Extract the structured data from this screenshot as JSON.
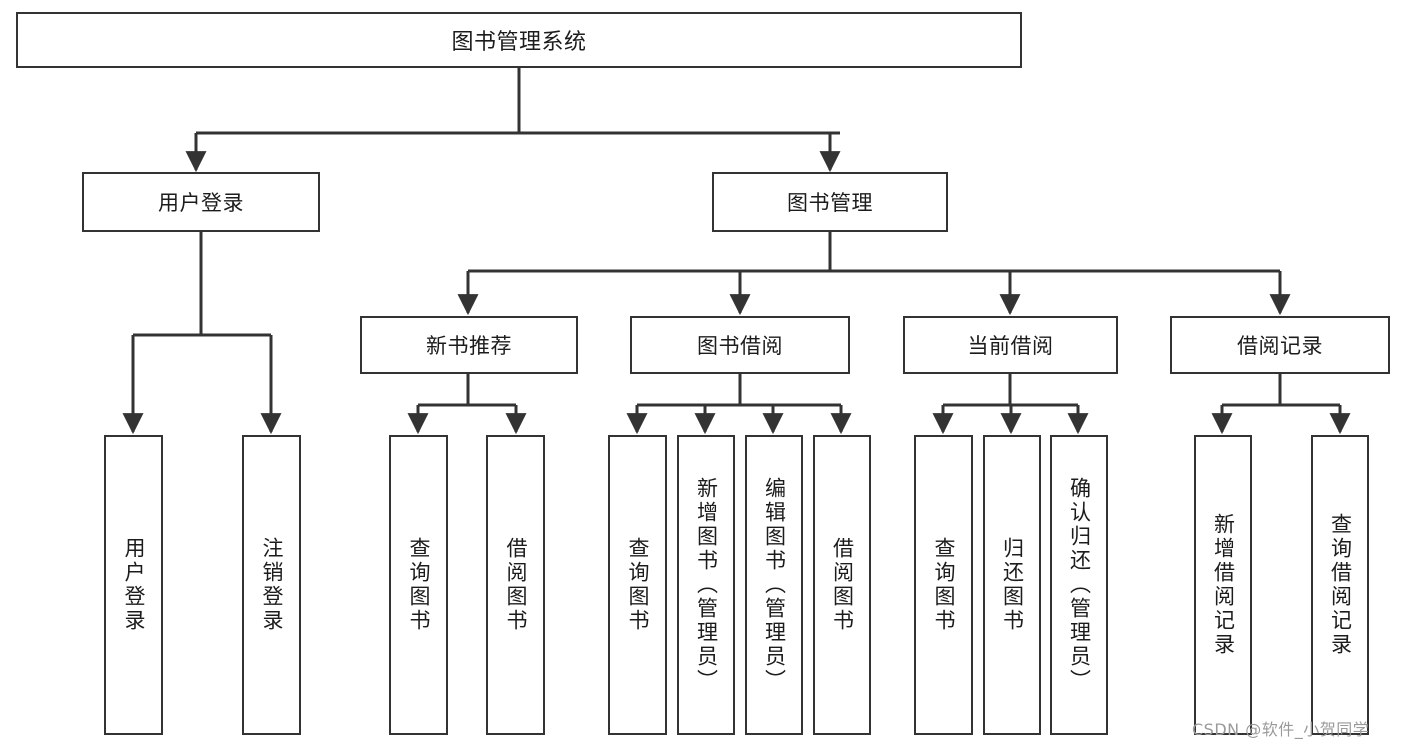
{
  "diagram": {
    "type": "tree-hierarchy",
    "title": "图书管理系统",
    "watermark": "CSDN @软件_小贺同学",
    "colors": {
      "stroke": "#333333",
      "fill": "#ffffff",
      "text": "#1c1c1c",
      "watermark": "#9a9a9a"
    },
    "nodes": {
      "root": {
        "label": "图书管理系统",
        "orientation": "horizontal",
        "level": 1
      },
      "user_login": {
        "label": "用户登录",
        "orientation": "horizontal",
        "level": 2
      },
      "book_manage": {
        "label": "图书管理",
        "orientation": "horizontal",
        "level": 2
      },
      "new_book_rec": {
        "label": "新书推荐",
        "orientation": "horizontal",
        "level": 3
      },
      "book_borrow": {
        "label": "图书借阅",
        "orientation": "horizontal",
        "level": 3
      },
      "current_borrow": {
        "label": "当前借阅",
        "orientation": "horizontal",
        "level": 3
      },
      "borrow_record": {
        "label": "借阅记录",
        "orientation": "horizontal",
        "level": 3
      },
      "leaf_user_login": {
        "label": "用户登录",
        "orientation": "vertical",
        "level": 3
      },
      "leaf_logout": {
        "label": "注销登录",
        "orientation": "vertical",
        "level": 3
      },
      "leaf_query_book_1": {
        "label": "查询图书",
        "orientation": "vertical",
        "level": 4
      },
      "leaf_borrow_book_1": {
        "label": "借阅图书",
        "orientation": "vertical",
        "level": 4
      },
      "leaf_query_book_2": {
        "label": "查询图书",
        "orientation": "vertical",
        "level": 4
      },
      "leaf_add_book": {
        "label": "新增图书（管理员）",
        "orientation": "vertical",
        "level": 4
      },
      "leaf_edit_book": {
        "label": "编辑图书（管理员）",
        "orientation": "vertical",
        "level": 4
      },
      "leaf_borrow_book_2": {
        "label": "借阅图书",
        "orientation": "vertical",
        "level": 4
      },
      "leaf_query_book_3": {
        "label": "查询图书",
        "orientation": "vertical",
        "level": 4
      },
      "leaf_return_book": {
        "label": "归还图书",
        "orientation": "vertical",
        "level": 4
      },
      "leaf_confirm_return": {
        "label": "确认归还（管理员）",
        "orientation": "vertical",
        "level": 4
      },
      "leaf_add_record": {
        "label": "新增借阅记录",
        "orientation": "vertical",
        "level": 4
      },
      "leaf_query_record": {
        "label": "查询借阅记录",
        "orientation": "vertical",
        "level": 4
      }
    },
    "edges": [
      {
        "from": "root",
        "to": "user_login"
      },
      {
        "from": "root",
        "to": "book_manage"
      },
      {
        "from": "user_login",
        "to": "leaf_user_login"
      },
      {
        "from": "user_login",
        "to": "leaf_logout"
      },
      {
        "from": "book_manage",
        "to": "new_book_rec"
      },
      {
        "from": "book_manage",
        "to": "book_borrow"
      },
      {
        "from": "book_manage",
        "to": "current_borrow"
      },
      {
        "from": "book_manage",
        "to": "borrow_record"
      },
      {
        "from": "new_book_rec",
        "to": "leaf_query_book_1"
      },
      {
        "from": "new_book_rec",
        "to": "leaf_borrow_book_1"
      },
      {
        "from": "book_borrow",
        "to": "leaf_query_book_2"
      },
      {
        "from": "book_borrow",
        "to": "leaf_add_book"
      },
      {
        "from": "book_borrow",
        "to": "leaf_edit_book"
      },
      {
        "from": "book_borrow",
        "to": "leaf_borrow_book_2"
      },
      {
        "from": "current_borrow",
        "to": "leaf_query_book_3"
      },
      {
        "from": "current_borrow",
        "to": "leaf_return_book"
      },
      {
        "from": "current_borrow",
        "to": "leaf_confirm_return"
      },
      {
        "from": "borrow_record",
        "to": "leaf_add_record"
      },
      {
        "from": "borrow_record",
        "to": "leaf_query_record"
      }
    ]
  }
}
